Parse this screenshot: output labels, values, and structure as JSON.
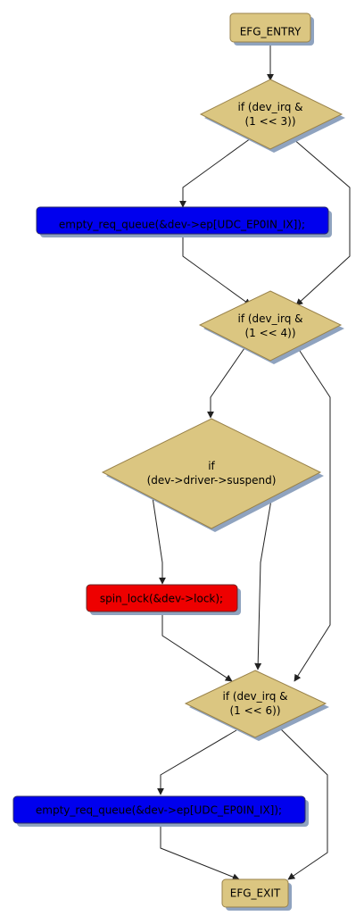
{
  "colors": {
    "terminal_fill": "#dbc681",
    "decision_fill": "#dbc681",
    "action_blue_fill": "#0000ee",
    "action_red_fill": "#ee0000",
    "stroke": "#99824a",
    "shadow": "#8fa3bf",
    "edge": "#222222"
  },
  "nodes": {
    "entry": {
      "label": "EFG_ENTRY"
    },
    "cond1": {
      "line1": "if (dev_irq &",
      "line2": "(1 << 3))"
    },
    "action1": {
      "label": "empty_req_queue(&dev->ep[UDC_EP0IN_IX]);"
    },
    "cond2": {
      "line1": "if (dev_irq &",
      "line2": "(1 << 4))"
    },
    "cond3": {
      "line1": "if",
      "line2": "(dev->driver->suspend)"
    },
    "action2": {
      "label": "spin_lock(&dev->lock);"
    },
    "cond4": {
      "line1": "if (dev_irq &",
      "line2": "(1 << 6))"
    },
    "action3": {
      "label": "empty_req_queue(&dev->ep[UDC_EP0IN_IX]);"
    },
    "exit": {
      "label": "EFG_EXIT"
    }
  }
}
